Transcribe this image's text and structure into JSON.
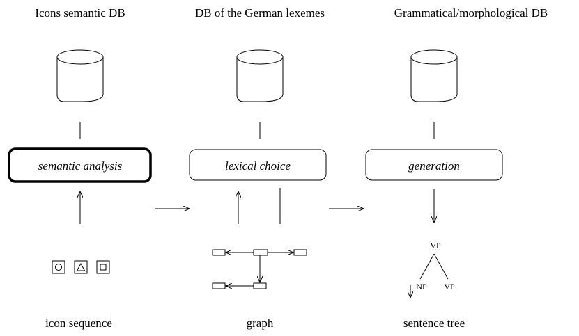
{
  "columns": [
    {
      "db_title": "Icons semantic DB",
      "process": "semantic analysis",
      "highlighted": true,
      "caption": "icon sequence"
    },
    {
      "db_title": "DB of the German lexemes",
      "process": "lexical choice",
      "highlighted": false,
      "caption": "graph"
    },
    {
      "db_title": "Grammatical/morphological DB",
      "process": "generation",
      "highlighted": false,
      "caption": "sentence tree"
    }
  ],
  "icon_sequence": [
    "circle-icon",
    "triangle-icon",
    "square-icon"
  ],
  "sentence_tree": {
    "root": "VP",
    "left": "NP",
    "right": "VP"
  },
  "colors": {
    "stroke": "#000000",
    "background": "#ffffff"
  }
}
